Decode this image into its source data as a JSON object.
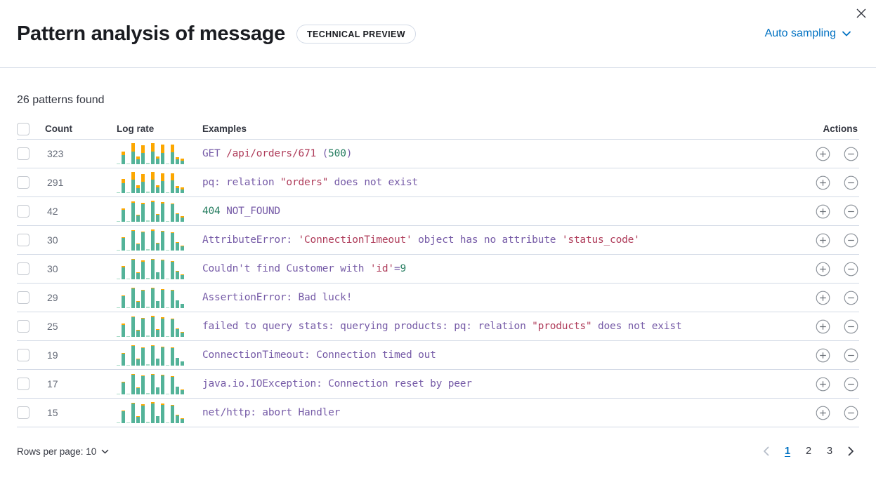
{
  "header": {
    "title": "Pattern analysis of message",
    "badge": "TECHNICAL PREVIEW",
    "sampling_label": "Auto sampling"
  },
  "summary": "26 patterns found",
  "table": {
    "columns": {
      "count": "Count",
      "log_rate": "Log rate",
      "examples": "Examples",
      "actions": "Actions"
    },
    "rows": [
      {
        "count": "323",
        "example": [
          [
            "GET ",
            "k"
          ],
          [
            "/api/orders/671",
            "s"
          ],
          [
            " (",
            "k"
          ],
          [
            "500",
            "n"
          ],
          [
            ")",
            "k"
          ]
        ],
        "bars": [
          [
            5,
            0
          ],
          [
            45,
            16
          ],
          [
            5,
            0
          ],
          [
            60,
            40
          ],
          [
            22,
            14
          ],
          [
            52,
            38
          ],
          [
            6,
            0
          ],
          [
            60,
            40
          ],
          [
            26,
            12
          ],
          [
            55,
            40
          ],
          [
            5,
            0
          ],
          [
            58,
            35
          ],
          [
            24,
            10
          ],
          [
            16,
            10
          ]
        ]
      },
      {
        "count": "291",
        "example": [
          [
            "pq: relation ",
            "k"
          ],
          [
            "\"orders\"",
            "s"
          ],
          [
            " does not exist",
            "k"
          ]
        ],
        "bars": [
          [
            5,
            0
          ],
          [
            48,
            18
          ],
          [
            5,
            0
          ],
          [
            62,
            38
          ],
          [
            24,
            12
          ],
          [
            55,
            35
          ],
          [
            6,
            0
          ],
          [
            62,
            38
          ],
          [
            26,
            10
          ],
          [
            57,
            38
          ],
          [
            5,
            0
          ],
          [
            60,
            33
          ],
          [
            25,
            10
          ],
          [
            18,
            8
          ]
        ]
      },
      {
        "count": "42",
        "example": [
          [
            "404",
            "n"
          ],
          [
            " NOT_FOUND",
            "k"
          ]
        ],
        "bars": [
          [
            5,
            0
          ],
          [
            58,
            6
          ],
          [
            5,
            0
          ],
          [
            90,
            8
          ],
          [
            30,
            4
          ],
          [
            84,
            5
          ],
          [
            6,
            0
          ],
          [
            92,
            8
          ],
          [
            32,
            4
          ],
          [
            88,
            6
          ],
          [
            5,
            0
          ],
          [
            82,
            6
          ],
          [
            36,
            4
          ],
          [
            20,
            6
          ]
        ]
      },
      {
        "count": "30",
        "example": [
          [
            "AttributeError: ",
            "k"
          ],
          [
            "'ConnectionTimeout'",
            "s"
          ],
          [
            " object has no attribute ",
            "k"
          ],
          [
            "'status_code'",
            "s"
          ]
        ],
        "bars": [
          [
            5,
            0
          ],
          [
            60,
            3
          ],
          [
            5,
            0
          ],
          [
            93,
            4
          ],
          [
            30,
            3
          ],
          [
            86,
            3
          ],
          [
            6,
            0
          ],
          [
            95,
            4
          ],
          [
            33,
            3
          ],
          [
            90,
            3
          ],
          [
            5,
            0
          ],
          [
            84,
            3
          ],
          [
            37,
            3
          ],
          [
            20,
            2
          ]
        ]
      },
      {
        "count": "30",
        "example": [
          [
            "Couldn't find Customer with ",
            "k"
          ],
          [
            "'id'",
            "s"
          ],
          [
            "=",
            "k"
          ],
          [
            "9",
            "n"
          ]
        ],
        "bars": [
          [
            5,
            0
          ],
          [
            58,
            4
          ],
          [
            5,
            0
          ],
          [
            92,
            5
          ],
          [
            30,
            3
          ],
          [
            85,
            4
          ],
          [
            6,
            0
          ],
          [
            94,
            4
          ],
          [
            32,
            3
          ],
          [
            89,
            4
          ],
          [
            5,
            0
          ],
          [
            83,
            4
          ],
          [
            36,
            3
          ],
          [
            20,
            3
          ]
        ]
      },
      {
        "count": "29",
        "example": [
          [
            "AssertionError: Bad luck!",
            "k"
          ]
        ],
        "bars": [
          [
            5,
            0
          ],
          [
            57,
            3
          ],
          [
            5,
            0
          ],
          [
            93,
            4
          ],
          [
            31,
            2
          ],
          [
            85,
            3
          ],
          [
            6,
            0
          ],
          [
            94,
            4
          ],
          [
            32,
            2
          ],
          [
            88,
            3
          ],
          [
            5,
            0
          ],
          [
            83,
            3
          ],
          [
            36,
            2
          ],
          [
            19,
            2
          ]
        ]
      },
      {
        "count": "25",
        "example": [
          [
            "failed to query stats: querying products: pq: relation ",
            "k"
          ],
          [
            "\"products\"",
            "s"
          ],
          [
            " does not exist",
            "k"
          ]
        ],
        "bars": [
          [
            5,
            0
          ],
          [
            58,
            4
          ],
          [
            5,
            0
          ],
          [
            92,
            5
          ],
          [
            30,
            3
          ],
          [
            86,
            4
          ],
          [
            6,
            0
          ],
          [
            94,
            5
          ],
          [
            33,
            3
          ],
          [
            88,
            4
          ],
          [
            5,
            0
          ],
          [
            84,
            4
          ],
          [
            36,
            3
          ],
          [
            20,
            3
          ]
        ]
      },
      {
        "count": "19",
        "example": [
          [
            "ConnectionTimeout: Connection timed out",
            "k"
          ]
        ],
        "bars": [
          [
            5,
            0
          ],
          [
            57,
            3
          ],
          [
            5,
            0
          ],
          [
            92,
            4
          ],
          [
            30,
            2
          ],
          [
            85,
            3
          ],
          [
            6,
            0
          ],
          [
            94,
            4
          ],
          [
            32,
            2
          ],
          [
            88,
            3
          ],
          [
            5,
            0
          ],
          [
            83,
            3
          ],
          [
            36,
            2
          ],
          [
            19,
            2
          ]
        ]
      },
      {
        "count": "17",
        "example": [
          [
            "java.io.IOException: Connection reset by peer",
            "k"
          ]
        ],
        "bars": [
          [
            5,
            0
          ],
          [
            58,
            3
          ],
          [
            5,
            0
          ],
          [
            93,
            4
          ],
          [
            30,
            2
          ],
          [
            86,
            3
          ],
          [
            6,
            0
          ],
          [
            94,
            4
          ],
          [
            32,
            2
          ],
          [
            89,
            3
          ],
          [
            5,
            0
          ],
          [
            84,
            3
          ],
          [
            36,
            2
          ],
          [
            20,
            2
          ]
        ]
      },
      {
        "count": "15",
        "example": [
          [
            "net/http: abort Handler",
            "k"
          ]
        ],
        "bars": [
          [
            5,
            0
          ],
          [
            57,
            4
          ],
          [
            5,
            0
          ],
          [
            92,
            5
          ],
          [
            30,
            3
          ],
          [
            85,
            4
          ],
          [
            6,
            0
          ],
          [
            94,
            5
          ],
          [
            32,
            3
          ],
          [
            88,
            4
          ],
          [
            5,
            0
          ],
          [
            83,
            4
          ],
          [
            36,
            3
          ],
          [
            19,
            3
          ]
        ]
      }
    ]
  },
  "footer": {
    "rows_per_page_label": "Rows per page: 10",
    "pages": [
      "1",
      "2",
      "3"
    ],
    "active_page": "1"
  },
  "colors": {
    "accent_blue": "#0071C2",
    "bar_teal": "#54B399",
    "bar_teal_light": "#A9DCC8",
    "bar_orange": "#FCA700",
    "code_keyword_purple": "#765BA7",
    "code_string_red": "#AF3C5A",
    "code_number_green": "#267D60",
    "border": "#D3DAE6"
  }
}
